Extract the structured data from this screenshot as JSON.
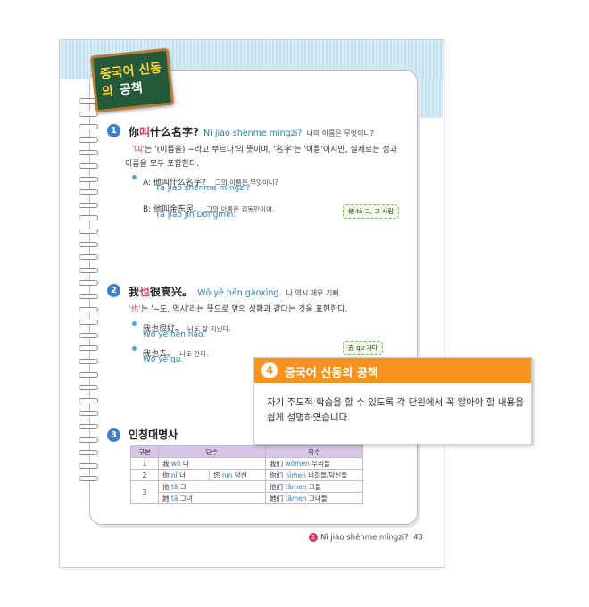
{
  "badge": {
    "line1": "중국어 신동의",
    "line2": "공책"
  },
  "section1": {
    "number": "1",
    "heading_pre": "你",
    "heading_red": "叫",
    "heading_post": "什么名字?",
    "heading_pinyin": "Nǐ jiào shénme míngzi?",
    "heading_ko": "너의 이름은 무엇이니?",
    "explain_red": "'叫'",
    "explain_1": "는 '(이름을) ~라고 부르다'의 뜻이며, '名字'는 '이름'이지만, 실제로는 성과",
    "explain_2": "이름을 모두 포함한다.",
    "ex_a_hanzi": "A: 他叫什么名字?",
    "ex_a_ko": "그의 이름은 무엇이니?",
    "ex_a_pinyin": "Tā jiào shénme míngzi?",
    "ex_b_hanzi": "B: 他叫金东民。",
    "ex_b_ko": "그의 이름은 김동민이야.",
    "ex_b_pinyin": "Tā jiào Jīn Dōngmín.",
    "tip": "他 tā 그, 그 사람"
  },
  "section2": {
    "number": "2",
    "heading_pre": "我",
    "heading_red": "也",
    "heading_post": "很高兴。",
    "heading_pinyin": "Wǒ yě hěn gāoxìng.",
    "heading_ko": "나 역시 매우 기뻐.",
    "explain_red": "'也'",
    "explain_1": "는 '~도, 역시'라는 뜻으로 앞의 상황과 같다는 것을 표현한다.",
    "ex1_hanzi": "我也很好。",
    "ex1_ko": "나도 잘 지낸다.",
    "ex1_pinyin": "Wǒ yě hěn hǎo.",
    "ex2_hanzi": "我也去。",
    "ex2_ko": "나도 간다.",
    "ex2_pinyin": "Wǒ yě qù.",
    "tip": "去 qù 가다"
  },
  "section3": {
    "number": "3",
    "heading": "인칭대명사",
    "table": {
      "headers": [
        "구분",
        "단수",
        "복수"
      ],
      "rows": [
        {
          "cat": "1",
          "s1": "我",
          "s1py": "wǒ",
          "s1ko": "나",
          "p": "我们",
          "ppy": "wǒmen",
          "pko": "우리들"
        },
        {
          "cat": "2",
          "s1": "你",
          "s1py": "nǐ",
          "s1ko": "너",
          "s2": "您",
          "s2py": "nín",
          "s2ko": "당신",
          "p": "你们",
          "ppy": "nǐmen",
          "pko": "너희들/당신들"
        },
        {
          "cat": "3",
          "s1": "他",
          "s1py": "tā",
          "s1ko": "그",
          "p": "他们",
          "ppy": "tāmen",
          "pko": "그들"
        },
        {
          "cat": "",
          "s1": "她",
          "s1py": "tā",
          "s1ko": "그녀",
          "p": "她们",
          "ppy": "tāmen",
          "pko": "그녀들"
        }
      ]
    }
  },
  "callout": {
    "number": "4",
    "title": "중국어 신동의 공책",
    "desc": "자기 주도적 학습을 할 수 있도록 각 단원에서 꼭 알아야 할 내용을 쉽게 설명하였습니다."
  },
  "footer": {
    "lesson_num": "2",
    "lesson_title": "Nǐ jiào shénme míngzi?",
    "page": "43"
  }
}
